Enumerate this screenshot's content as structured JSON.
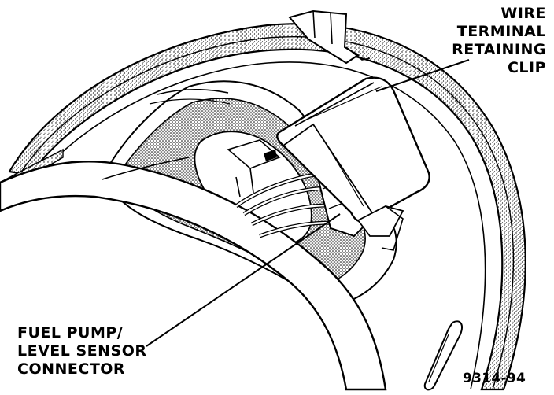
{
  "labels": {
    "wire_terminal_clip": [
      "WIRE",
      "TERMINAL",
      "RETAINING",
      "CLIP"
    ],
    "fuel_pump_connector": [
      "FUEL PUMP/",
      "LEVEL SENSOR",
      "CONNECTOR"
    ],
    "figure_number": "9314-94"
  },
  "colors": {
    "line": "#000000",
    "background": "#ffffff",
    "stipple": "#000000"
  }
}
